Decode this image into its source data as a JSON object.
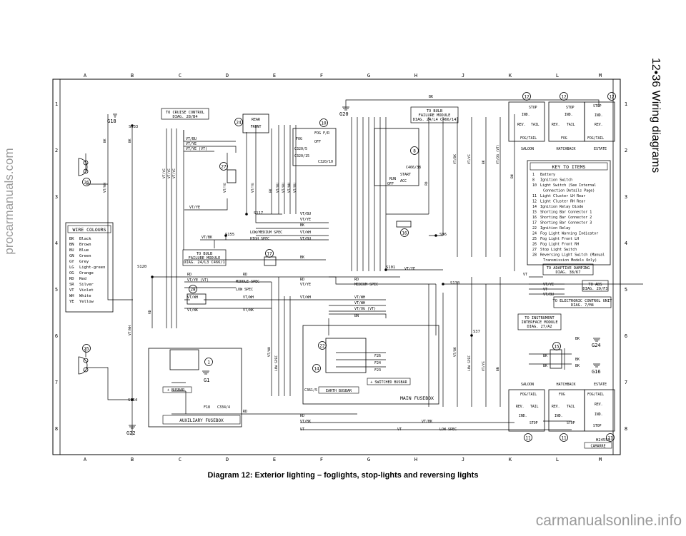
{
  "page": {
    "side_title": "12•36 Wiring diagrams",
    "caption": "Diagram 12: Exterior lighting – foglights, stop-lights and reversing lights",
    "watermark_left": "procarmanuals.com",
    "watermark_bottom": "carmanualsonline.info",
    "figure_ref": "H24553",
    "maker": "CAMARRE"
  },
  "grid": {
    "columns": [
      "A",
      "B",
      "C",
      "D",
      "E",
      "F",
      "G",
      "H",
      "J",
      "K",
      "L",
      "M"
    ],
    "rows": [
      "1",
      "2",
      "3",
      "4",
      "5",
      "6",
      "7",
      "8"
    ]
  },
  "wire_colours": {
    "title": "WIRE COLOURS",
    "items": [
      {
        "code": "BK",
        "name": "Black"
      },
      {
        "code": "BN",
        "name": "Brown"
      },
      {
        "code": "BU",
        "name": "Blue"
      },
      {
        "code": "GN",
        "name": "Green"
      },
      {
        "code": "GY",
        "name": "Grey"
      },
      {
        "code": "LG",
        "name": "Light-green"
      },
      {
        "code": "OG",
        "name": "Orange"
      },
      {
        "code": "RD",
        "name": "Red"
      },
      {
        "code": "SR",
        "name": "Silver"
      },
      {
        "code": "VT",
        "name": "Violet"
      },
      {
        "code": "WH",
        "name": "White"
      },
      {
        "code": "YE",
        "name": "Yellow"
      }
    ]
  },
  "key_to_items": {
    "title": "KEY TO ITEMS",
    "items": [
      {
        "num": "1",
        "text": "Battery"
      },
      {
        "num": "8",
        "text": "Ignition Switch"
      },
      {
        "num": "10",
        "text": "Light Switch (See Internal"
      },
      {
        "num": "",
        "text": "Connection Details Page)"
      },
      {
        "num": "11",
        "text": "Light Cluster LH Rear"
      },
      {
        "num": "12",
        "text": "Light Cluster RH Rear"
      },
      {
        "num": "14",
        "text": "Ignition Relay Diode"
      },
      {
        "num": "15",
        "text": "Shorting Bar Connector 1"
      },
      {
        "num": "16",
        "text": "Shorting Bar Connector 2"
      },
      {
        "num": "17",
        "text": "Shorting Bar Connector 3"
      },
      {
        "num": "22",
        "text": "Ignition Relay"
      },
      {
        "num": "24",
        "text": "Fog Light Warning Indicator"
      },
      {
        "num": "25",
        "text": "Fog Light Front LH"
      },
      {
        "num": "26",
        "text": "Fog Light Front RH"
      },
      {
        "num": "27",
        "text": "Stop Light Switch"
      },
      {
        "num": "28",
        "text": "Reversing Light Switch (Manual"
      },
      {
        "num": "",
        "text": "Transmission Models Only)"
      }
    ]
  },
  "refs": {
    "cruise": [
      "TO CRUISE CONTROL",
      "DIAG. 28/B4"
    ],
    "bulb_top": [
      "TO BULB",
      "FAILURE MODULE",
      "DIAG. 24/L4 C466/14"
    ],
    "bulb_left": [
      "TO BULB",
      "FAILURE MODULE",
      "DIAG. 24/L3 C466/1"
    ],
    "adaptive": [
      "TO ADAPTIVE DAMPING",
      "DIAG. 38/K7"
    ],
    "abs": [
      "TO ABS",
      "DIAG. 29/F3"
    ],
    "ecu": [
      "TO ELECTRONIC CONTROL UNIT",
      "DIAG. 7/M4"
    ],
    "instrument": [
      "TO INSTRUMENT",
      "INTERFACE MODULE",
      "DIAG. 27/A2"
    ]
  },
  "items": {
    "i1": "1",
    "i8": "8",
    "i10": "10",
    "i11a": "11",
    "i11b": "11",
    "i11c": "11",
    "i12a": "12",
    "i12b": "12",
    "i12c": "12",
    "i14": "14",
    "i15": "15",
    "i16": "16",
    "i17": "17",
    "i22": "22",
    "i24": "24",
    "i25": "25",
    "i26": "26",
    "i27": "27",
    "i28": "28"
  },
  "grounds": {
    "g18": "G18",
    "g20": "G20",
    "g22": "G22",
    "g24": "G24",
    "g16": "G16",
    "g1": "G1"
  },
  "splices": {
    "s133": "S133",
    "s117": "S117",
    "s155": "S155",
    "s120": "S120",
    "s154": "S154",
    "s101": "S101",
    "s96": "S96",
    "s130": "S130",
    "s37": "S37"
  },
  "fuseboxes": {
    "auxiliary": "AUXILIARY FUSEBOX",
    "main": "MAIN FUSEBOX",
    "plus_busbar": "+ BUSBAR",
    "earth_busbar": "EARTH BUSBAR",
    "switched_busbar": "+ SWITCHED BUSBAR",
    "f18": "F18",
    "c334": "C334/4",
    "c361": "C361/5",
    "f26": "F26",
    "f24": "F24",
    "f23": "F23"
  },
  "variants": {
    "saloon": "SALOON",
    "hatchback": "HATCHBACK",
    "estate": "ESTATE"
  },
  "lamp_labels": {
    "stop": "STOP",
    "ind": "IND.",
    "rev": "REV.",
    "fog_tail": "FOG/TAIL",
    "tail": "TAIL",
    "fog": "FOG"
  },
  "switch_labels": {
    "rear": "REAR",
    "front": "FRONT",
    "fog_fr": "FOG F/R",
    "fog": "FOG",
    "off": "OFF",
    "c320_5": "C320/5",
    "c320_15": "C320/15",
    "c320_10": "C320/10",
    "start": "START",
    "run": "RUN",
    "acc": "ACC",
    "c466_38": "C466/38"
  },
  "wires": {
    "bk": "BK",
    "vt_bu": "VT/BU",
    "vt_ye": "VT/YE",
    "vt_ye_vt": "VT/YE (VT)",
    "rd": "RD",
    "vt_wh": "VT/WH",
    "vt_bk": "VT/BK",
    "vt": "VT",
    "bn": "BN",
    "low_med": "LOW/MEDIUM SPEC",
    "high": "HIGH SPEC",
    "middle": "MIDDLE SPEC",
    "low": "LOW SPEC",
    "medium": "MEDIUM SPEC",
    "vt_og_vt": "VT/OG (VT)"
  }
}
